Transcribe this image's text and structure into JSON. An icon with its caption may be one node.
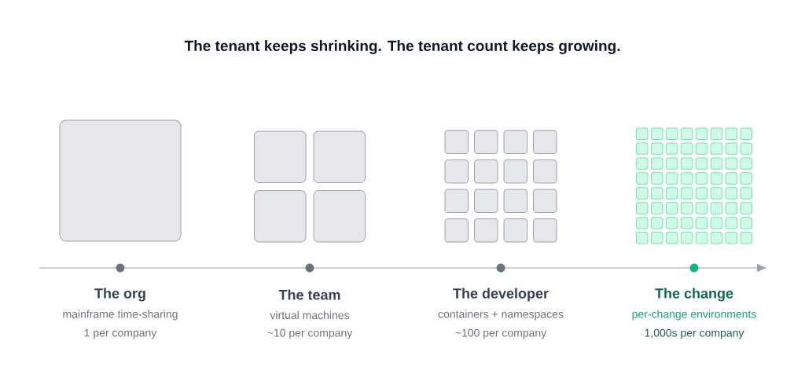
{
  "diagram": {
    "title": "The tenant keeps shrinking. The tenant count keeps growing.",
    "labels": [
      "The org",
      "mainframe time-sharing",
      "1 per company",
      "The team",
      "virtual machines",
      "~10 per company",
      "The developer",
      "containers + namespaces",
      "~100 per company",
      "The change",
      "per-change environments",
      "1,000s per company"
    ]
  }
}
